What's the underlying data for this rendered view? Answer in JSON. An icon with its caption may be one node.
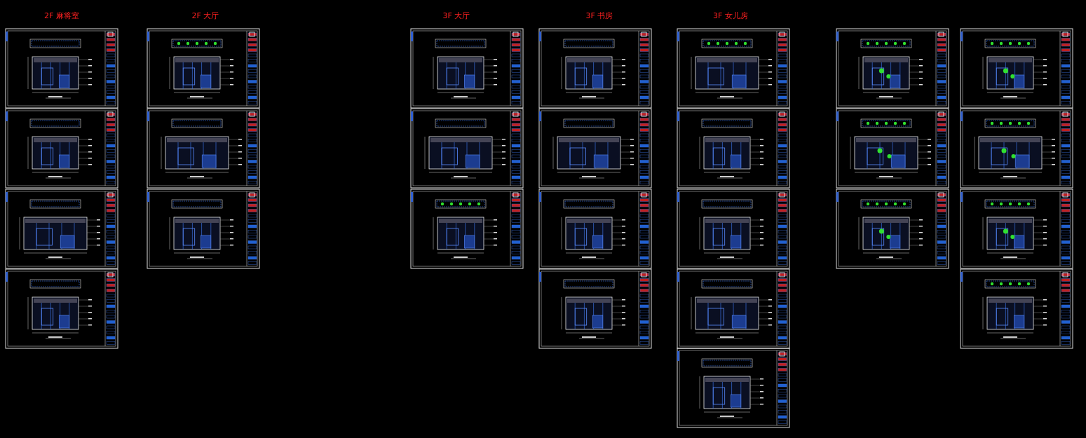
{
  "diagram": {
    "labels": [
      "2F 麻将室",
      "2F 大厅",
      "3F 大厅",
      "3F 书房",
      "3F 女儿房"
    ]
  }
}
